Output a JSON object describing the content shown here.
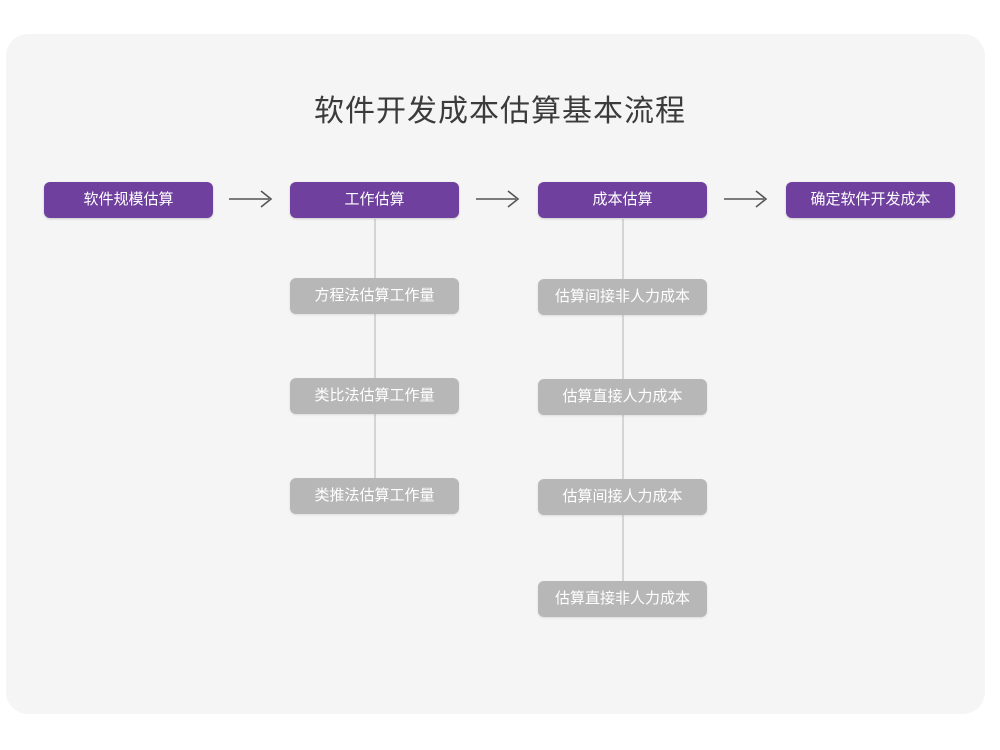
{
  "title": "软件开发成本估算基本流程",
  "colors": {
    "page_background": "#ffffff",
    "card_background": "#f5f5f5",
    "primary_node": "#70409f",
    "secondary_node": "#b7b7b7",
    "connector": "#d5d5d5",
    "arrow": "#555555",
    "title_text": "#3b3b3b",
    "node_text": "#ffffff"
  },
  "flow": {
    "stages": [
      {
        "id": "stage-1",
        "label": "软件规模估算",
        "sub_steps": []
      },
      {
        "id": "stage-2",
        "label": "工作估算",
        "sub_steps": [
          "方程法估算工作量",
          "类比法估算工作量",
          "类推法估算工作量"
        ]
      },
      {
        "id": "stage-3",
        "label": "成本估算",
        "sub_steps": [
          "估算间接非人力成本",
          "估算直接人力成本",
          "估算间接人力成本",
          "估算直接非人力成本"
        ]
      },
      {
        "id": "stage-4",
        "label": "确定软件开发成本",
        "sub_steps": []
      }
    ],
    "connectors": [
      {
        "from": "stage-1",
        "to": "stage-2",
        "icon": "arrow-right-icon"
      },
      {
        "from": "stage-2",
        "to": "stage-3",
        "icon": "arrow-right-icon"
      },
      {
        "from": "stage-3",
        "to": "stage-4",
        "icon": "arrow-right-icon"
      }
    ]
  }
}
